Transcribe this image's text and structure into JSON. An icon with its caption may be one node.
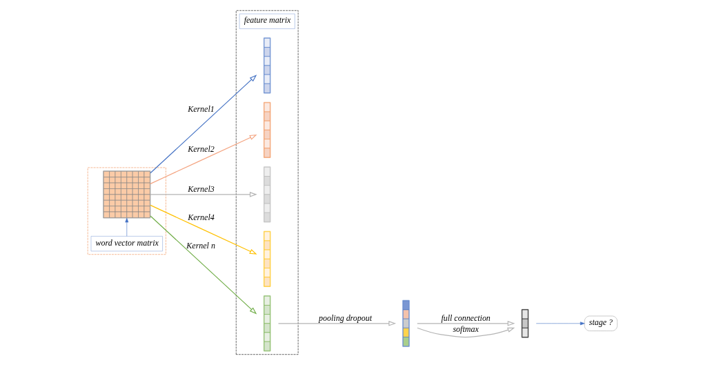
{
  "diagram": {
    "nodes": [
      {
        "text": [],
        "shape": "box"
      },
      {
        "text": [
          "word vector matrix"
        ],
        "in": 0
      },
      {
        "text": [],
        "shape": "grid",
        "in": 0
      },
      {
        "text": [],
        "shape": "box"
      },
      {
        "text": [
          "feature matrix"
        ],
        "in": 3
      },
      {
        "text": [],
        "shape": "bar",
        "in": 3
      },
      {
        "text": [],
        "shape": "bar",
        "in": 3
      },
      {
        "text": [],
        "shape": "bar",
        "in": 3
      },
      {
        "text": [],
        "shape": "bar",
        "in": 3
      },
      {
        "text": [],
        "shape": "bar",
        "in": 3
      },
      {
        "text": [],
        "shape": "bar"
      },
      {
        "text": [],
        "shape": "bar"
      },
      {
        "text": [
          "stage ?"
        ]
      }
    ],
    "edges": [
      {
        "from": 1,
        "to": 2,
        "arrow": "to",
        "color": "#4472c4"
      },
      {
        "from": 2,
        "to": 5,
        "arrow": "to",
        "label": "Kernel1",
        "color": "#4472c4"
      },
      {
        "from": 2,
        "to": 6,
        "arrow": "to",
        "label": "Kernel2",
        "color": "#f4a582"
      },
      {
        "from": 2,
        "to": 7,
        "arrow": "to",
        "label": "Kernel3",
        "color": "#b4b4b4"
      },
      {
        "from": 2,
        "to": 8,
        "arrow": "to",
        "label": "Kernel4",
        "color": "#ffc000"
      },
      {
        "from": 2,
        "to": 9,
        "arrow": "to",
        "label": "Kernel n",
        "color": "#70ad47"
      },
      {
        "from": 9,
        "to": 10,
        "arrow": "to",
        "label": "pooling dropout",
        "color": "#b4b4b4"
      },
      {
        "from": 10,
        "to": 11,
        "arrow": "to",
        "label": "full connection",
        "color": "#b4b4b4"
      },
      {
        "from": 10,
        "to": 11,
        "arrow": "to",
        "label": "softmax",
        "color": "#b4b4b4"
      },
      {
        "from": 11,
        "to": 12,
        "arrow": "to",
        "color": "#4472c4"
      }
    ]
  }
}
